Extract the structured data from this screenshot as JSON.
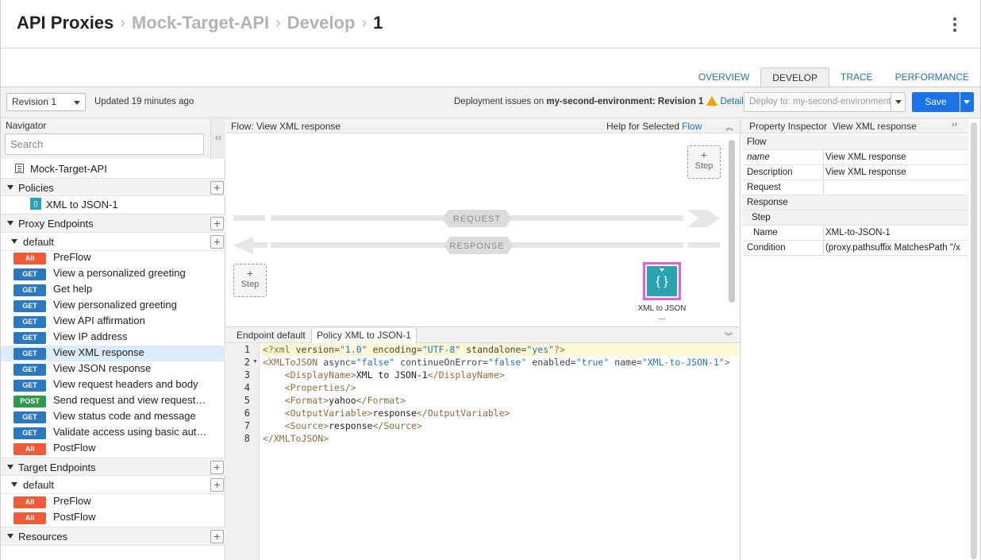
{
  "breadcrumb": {
    "root": "API Proxies",
    "proxy": "Mock-Target-API",
    "section": "Develop",
    "revision": "1"
  },
  "tabs": [
    {
      "label": "OVERVIEW",
      "active": false
    },
    {
      "label": "DEVELOP",
      "active": true
    },
    {
      "label": "TRACE",
      "active": false
    },
    {
      "label": "PERFORMANCE",
      "active": false
    }
  ],
  "toolbar": {
    "revision_select": "Revision 1",
    "updated": "Updated 19 minutes ago",
    "deploy_issue_prefix": "Deployment issues on ",
    "deploy_issue_env": "my-second-environment: Revision 1",
    "details_link": "Details",
    "deploy_select": "Deploy to: my-second-environment",
    "save_label": "Save"
  },
  "navigator": {
    "title": "Navigator",
    "search_placeholder": "Search",
    "proxy_name": "Mock-Target-API",
    "policies_label": "Policies",
    "policy_item": "XML to JSON-1",
    "proxy_endpoints_label": "Proxy Endpoints",
    "proxy_default_label": "default",
    "proxy_flows": [
      {
        "method": "All",
        "name": "PreFlow"
      },
      {
        "method": "GET",
        "name": "View a personalized greeting"
      },
      {
        "method": "GET",
        "name": "Get help"
      },
      {
        "method": "GET",
        "name": "View personalized greeting"
      },
      {
        "method": "GET",
        "name": "View API affirmation"
      },
      {
        "method": "GET",
        "name": "View IP address"
      },
      {
        "method": "GET",
        "name": "View XML response",
        "selected": true
      },
      {
        "method": "GET",
        "name": "View JSON response"
      },
      {
        "method": "GET",
        "name": "View request headers and body"
      },
      {
        "method": "POST",
        "name": "Send request and view request…"
      },
      {
        "method": "GET",
        "name": "View status code and message"
      },
      {
        "method": "GET",
        "name": "Validate access using basic aut…"
      },
      {
        "method": "All",
        "name": "PostFlow"
      }
    ],
    "target_endpoints_label": "Target Endpoints",
    "target_default_label": "default",
    "target_flows": [
      {
        "method": "All",
        "name": "PreFlow"
      },
      {
        "method": "All",
        "name": "PostFlow"
      }
    ],
    "resources_label": "Resources"
  },
  "flow": {
    "title": "Flow: View XML response",
    "help_prefix": "Help for Selected",
    "help_link": "Flow",
    "step_label": "Step",
    "request_label": "REQUEST",
    "response_label": "RESPONSE",
    "policy_label": "XML to JSON ..."
  },
  "editor": {
    "tab_endpoint": "Endpoint default",
    "tab_policy": "Policy XML to JSON-1",
    "line_numbers": [
      "1",
      "2",
      "3",
      "4",
      "5",
      "6",
      "7",
      "8"
    ]
  },
  "inspector": {
    "title": "Property Inspector",
    "subject": "View XML response",
    "rows": [
      {
        "key": "Flow",
        "value": null,
        "group": true
      },
      {
        "key": "name",
        "value": "View XML response"
      },
      {
        "key": "Description",
        "value": "View XML response"
      },
      {
        "key": "Request",
        "value": ""
      },
      {
        "key": "Response",
        "value": null,
        "group": true
      },
      {
        "key": "Step",
        "value": null,
        "group": true
      },
      {
        "key": "Name",
        "value": "XML-to-JSON-1"
      },
      {
        "key": "Condition",
        "value": "(proxy.pathsuffix MatchesPath \"/x"
      }
    ]
  },
  "colors": {
    "accent": "#1a73e8",
    "link": "#1f73b7",
    "badge_all": "#f05a35",
    "badge_get": "#2b78c2",
    "badge_post": "#2e9a4c",
    "policy_icon": "#29a3b0",
    "selection_border": "#e45de0"
  }
}
